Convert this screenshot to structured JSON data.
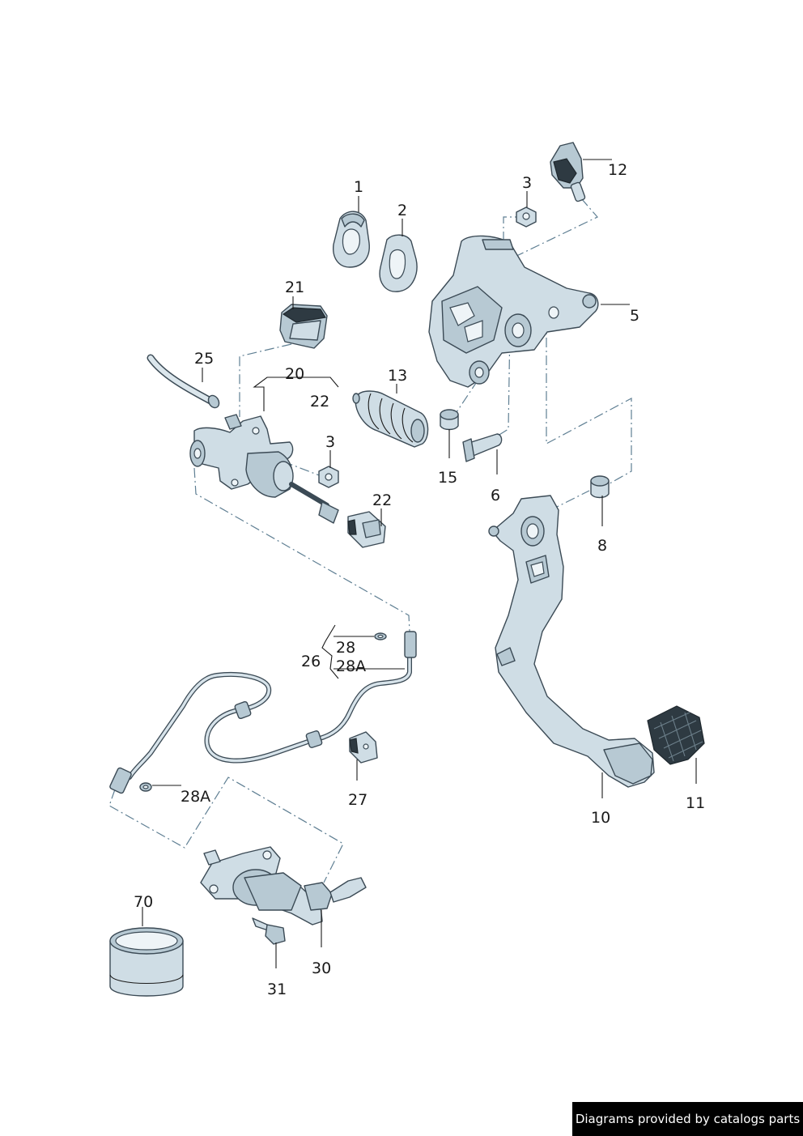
{
  "labels": {
    "p1": "1",
    "p2": "2",
    "p3a": "3",
    "p3b": "3",
    "p5": "5",
    "p6": "6",
    "p8": "8",
    "p10": "10",
    "p11": "11",
    "p12": "12",
    "p13": "13",
    "p15": "15",
    "p20": "20",
    "p21": "21",
    "p22a": "22",
    "p22b": "22",
    "p25": "25",
    "p26": "26",
    "p27": "27",
    "p28": "28",
    "p28Aa": "28A",
    "p28Ab": "28A",
    "p30": "30",
    "p31": "31",
    "p70": "70"
  },
  "footer": {
    "text": "Diagrams provided by catalogs parts"
  }
}
